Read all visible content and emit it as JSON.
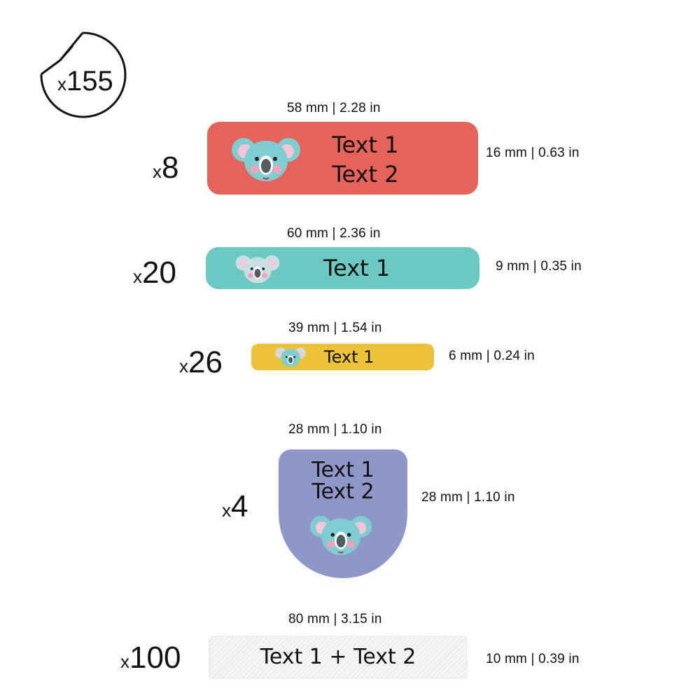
{
  "badge": {
    "prefix": "x",
    "count": "155"
  },
  "labels": [
    {
      "qty_prefix": "x",
      "qty": "8",
      "width": "58 mm | 2.28 in",
      "height": "16 mm | 0.63 in",
      "lines": [
        "Text 1",
        "Text 2"
      ],
      "color": "#e5635a"
    },
    {
      "qty_prefix": "x",
      "qty": "20",
      "width": "60 mm | 2.36 in",
      "height": "9 mm | 0.35 in",
      "lines": [
        "Text 1"
      ],
      "color": "#6bc9c1"
    },
    {
      "qty_prefix": "x",
      "qty": "26",
      "width": "39 mm | 1.54 in",
      "height": "6 mm | 0.24 in",
      "lines": [
        "Text 1"
      ],
      "color": "#ebc23a"
    },
    {
      "qty_prefix": "x",
      "qty": "4",
      "width": "28 mm | 1.10 in",
      "height": "28 mm | 1.10 in",
      "lines": [
        "Text 1",
        "Text 2"
      ],
      "color": "#8f97c8"
    },
    {
      "qty_prefix": "x",
      "qty": "100",
      "width": "80 mm | 3.15 in",
      "height": "10 mm | 0.39 in",
      "lines": [
        "Text 1 + Text 2"
      ],
      "color": "#f3f3f3"
    }
  ],
  "icons": {
    "badge": "peeling-sticker-icon",
    "mascot": "koala-icon"
  }
}
